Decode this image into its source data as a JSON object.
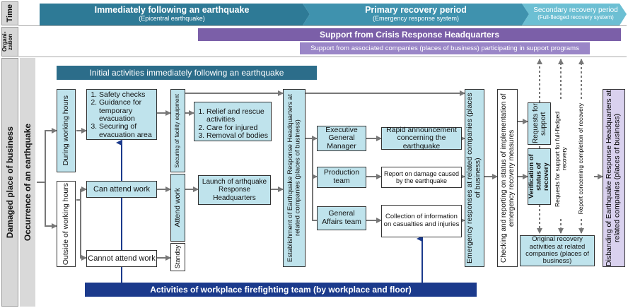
{
  "rows": {
    "time": "Time",
    "organization": "Organi-zation",
    "damaged": "Damaged place of business"
  },
  "occurrence": "Occurrence of an earthquake",
  "phases": [
    {
      "title": "Immediately following an earthquake",
      "subtitle": "(Epicentral earthquake)"
    },
    {
      "title": "Primary recovery period",
      "subtitle": "(Emergency response system)"
    },
    {
      "title": "Secondary recovery period",
      "subtitle": "(Full-fledged recovery system)"
    }
  ],
  "org": {
    "crisis": "Support from Crisis Response Headquarters",
    "associated": "Support from associated companies (places of business) participating in support programs"
  },
  "initial_activities": "Initial activities immediately following an earthquake",
  "nodes": {
    "during_hours": "During working hours",
    "outside_hours": "Outside of working hours",
    "steps": [
      "Safety checks",
      "Guidance for temporary evacuation",
      "Securing of evacuation area"
    ],
    "securing_facility": "Securing of facility equipment",
    "relief": [
      "Relief and rescue activities",
      "Care for injured",
      "Removal of bodies"
    ],
    "can_attend": "Can attend work",
    "cannot_attend": "Cannot attend work",
    "attend_work": "Attend work",
    "standby": "Standby",
    "launch_hq": "Launch of arthquake Response Headquarters",
    "establish_hq": "Establishment of Earthquake Response Headquarters at related companies (places of business)",
    "exec_gm": "Executive General Manager",
    "production": "Production team",
    "general_affairs": "General Affairs team",
    "rapid": "Rapid announcement concerning the earthquake",
    "report_damage": "Report on damage caused by the earthquake",
    "collection": "Collection of information on casualties and injuries",
    "emergency": "Emergency responses at related companies (places of business)",
    "checking": "Checking and reporting on status of implementation of emergency recovery measures",
    "requests_support": "Requests for support",
    "verification": "Verification of status of recovery",
    "requests_fullfledged": "Requests for support for full-fledged recovery",
    "report_completion": "Report concerning completion of recovery",
    "original": "Original recovery activities at related companies (places of business)",
    "disbanding": "Disbanding of Earthquake Response Headquarters at related companies (places of business)"
  },
  "firefighting": "Activities of workplace firefighting team (by workplace and floor)",
  "colors": {
    "phase1": "#2e7a96",
    "phase2": "#3f92ae",
    "phase3": "#6cbfd3",
    "crisis": "#7b5fa8",
    "associated": "#9a86c7",
    "initial": "#2c6d8a",
    "firefight": "#1b3a8c",
    "lightbox": "#bfe3ec",
    "rowlabel": "#d7d7d7"
  }
}
